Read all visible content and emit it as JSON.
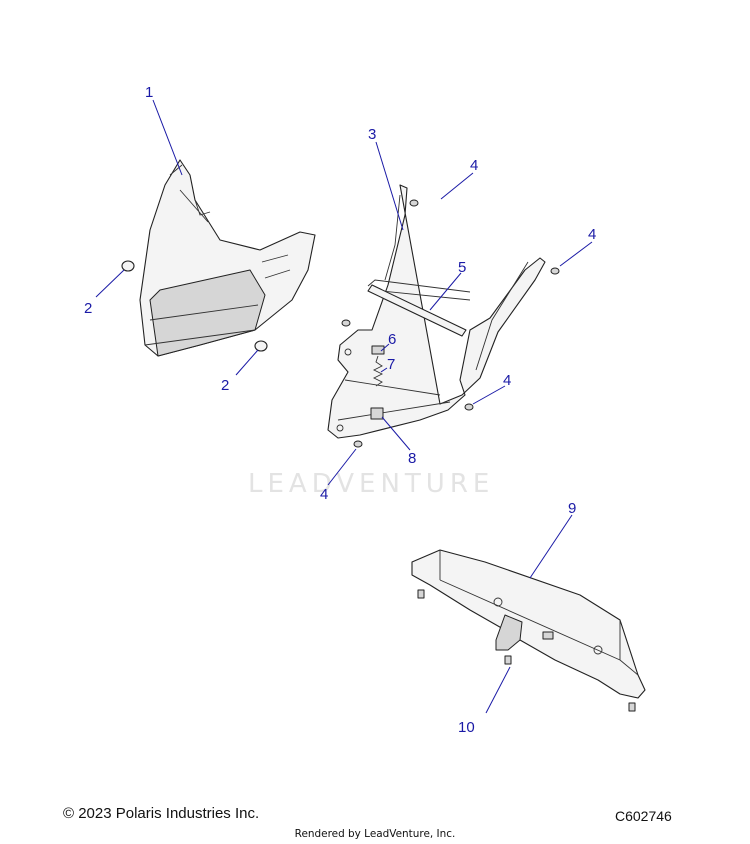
{
  "diagram": {
    "callouts": [
      "1",
      "2",
      "2",
      "3",
      "4",
      "4",
      "5",
      "6",
      "7",
      "4",
      "8",
      "4",
      "9",
      "10"
    ],
    "watermark": "LEADVENTURE"
  },
  "footer": {
    "copyright": "© 2023 Polaris Industries Inc.",
    "diagram_code": "C602746",
    "rendered_by": "Rendered by LeadVenture, Inc."
  },
  "colors": {
    "callout": "#1a1aa6",
    "watermark": "#e3e3e3"
  }
}
